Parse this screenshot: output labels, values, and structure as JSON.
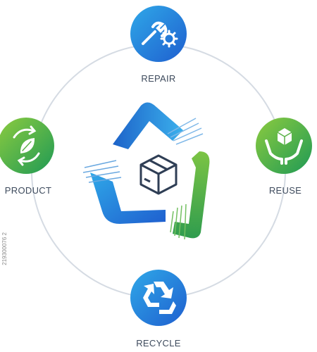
{
  "nodes": {
    "repair": {
      "label": "REPAIR",
      "icon": "wrench-gear-icon"
    },
    "product": {
      "label": "PRODUCT",
      "icon": "recycle-leaf-icon"
    },
    "reuse": {
      "label": "REUSE",
      "icon": "hands-box-icon"
    },
    "recycle": {
      "label": "RECYCLE",
      "icon": "recycle-arrows-icon"
    }
  },
  "center": {
    "icon": "box-icon"
  },
  "colors": {
    "blue": "#1f6fd6",
    "blue_light": "#2fa8e8",
    "green": "#2e9a4c",
    "green_light": "#8ccb3f",
    "ring": "#d5dbe3",
    "text": "#3d4a5c"
  },
  "watermark_id": "219300076 2"
}
